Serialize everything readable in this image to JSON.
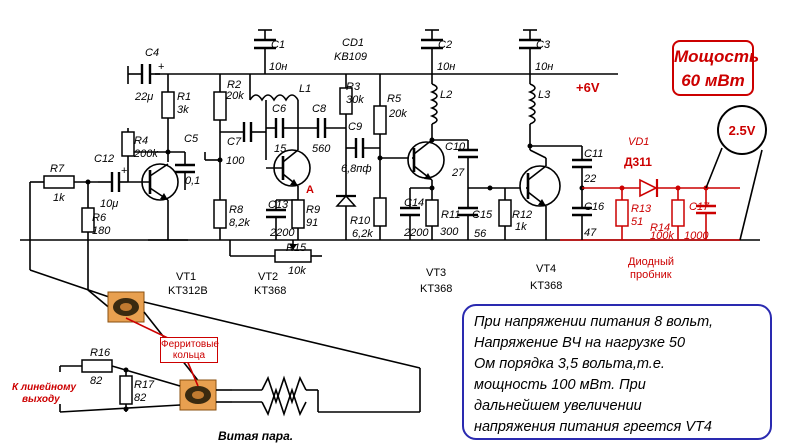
{
  "power_box": {
    "line1": "Мощость",
    "line2": "60 мВт"
  },
  "supply_label": "+6V",
  "meter_label": "2.5V",
  "diode": {
    "ref": "VD1",
    "type": "Д311"
  },
  "probe_label": {
    "line1": "Диодный",
    "line2": "пробник"
  },
  "ferrite_label": {
    "line1": "Ферритовые",
    "line2": "кольца"
  },
  "output_label": {
    "line1": "К линейному",
    "line2": "выходу"
  },
  "twisted_pair_label": "Витая пара.",
  "varicap": {
    "ref": "CD1",
    "type": "KB109"
  },
  "test_point": "A",
  "components": {
    "C4": {
      "ref": "C4",
      "value": "22μ"
    },
    "C1": {
      "ref": "C1",
      "value": "10н"
    },
    "C2": {
      "ref": "C2",
      "value": "10н"
    },
    "C3": {
      "ref": "C3",
      "value": "10н"
    },
    "R1": {
      "ref": "R1",
      "value": "3k"
    },
    "R2": {
      "ref": "R2",
      "value": "20k"
    },
    "R3": {
      "ref": "R3",
      "value": "30k"
    },
    "R4": {
      "ref": "R4",
      "value": "200k"
    },
    "R5": {
      "ref": "R5",
      "value": "20k"
    },
    "C5": {
      "ref": "C5",
      "value": "0,1"
    },
    "C6": {
      "ref": "C6",
      "value": "15"
    },
    "C7": {
      "ref": "C7",
      "value": "100"
    },
    "C8": {
      "ref": "C8",
      "value": "560"
    },
    "C9": {
      "ref": "C9",
      "value": "6,8пф"
    },
    "L1": {
      "ref": "L1"
    },
    "L2": {
      "ref": "L2"
    },
    "L3": {
      "ref": "L3"
    },
    "C10": {
      "ref": "C10",
      "value": "27"
    },
    "C11": {
      "ref": "C11",
      "value": "22"
    },
    "C12": {
      "ref": "C12",
      "value": "10μ"
    },
    "R7": {
      "ref": "R7",
      "value": "1k"
    },
    "R6": {
      "ref": "R6",
      "value": "180"
    },
    "R8": {
      "ref": "R8",
      "value": "8,2k"
    },
    "C13": {
      "ref": "C13",
      "value": "2200"
    },
    "R9": {
      "ref": "R9",
      "value": "91"
    },
    "R15": {
      "ref": "R15",
      "value": "10k"
    },
    "R10": {
      "ref": "R10",
      "value": "6,2k"
    },
    "C14": {
      "ref": "C14",
      "value": "2200"
    },
    "R11": {
      "ref": "R11",
      "value": "300"
    },
    "C15": {
      "ref": "C15",
      "value": "56"
    },
    "R12": {
      "ref": "R12",
      "value": "1k"
    },
    "C16": {
      "ref": "C16",
      "value": "47"
    },
    "R13": {
      "ref": "R13",
      "value": "51"
    },
    "R14": {
      "ref": "R14",
      "value": "100k"
    },
    "C17": {
      "ref": "C17",
      "value": "1000"
    },
    "R16": {
      "ref": "R16",
      "value": "82"
    },
    "R17": {
      "ref": "R17",
      "value": "82"
    }
  },
  "transistors": {
    "VT1": {
      "ref": "VT1",
      "type": "KT312B"
    },
    "VT2": {
      "ref": "VT2",
      "type": "KT368"
    },
    "VT3": {
      "ref": "VT3",
      "type": "KT368"
    },
    "VT4": {
      "ref": "VT4",
      "type": "KT368"
    }
  },
  "note": {
    "lines": [
      "При напряжении питания 8 вольт,",
      "Напряжение ВЧ на нагрузке 50",
      "Ом порядка 3,5 вольта,т.е.",
      "мощность 100 мВт. При",
      "дальнейшем увеличении",
      "напряжения питания греется VT4"
    ]
  }
}
